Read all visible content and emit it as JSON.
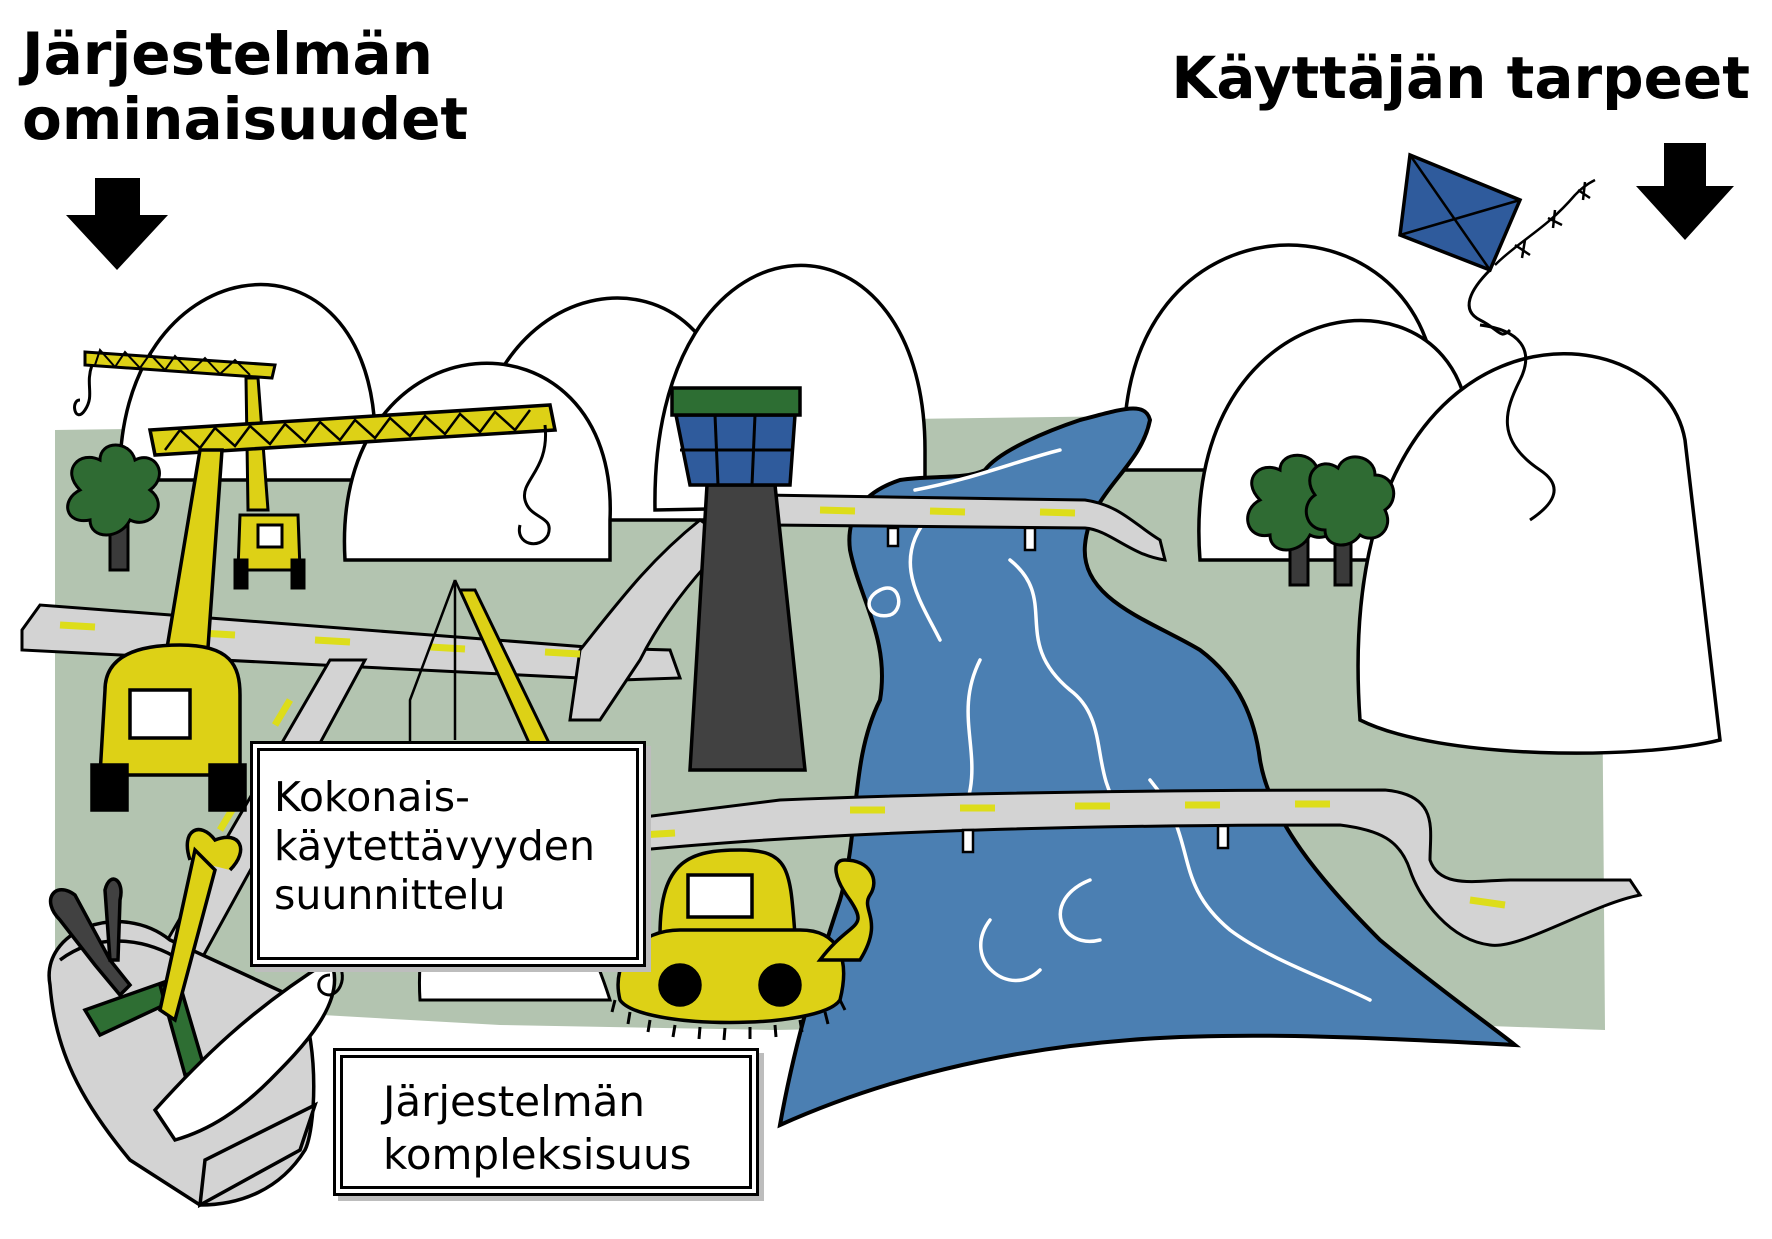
{
  "headings": {
    "system_features": [
      "Järjestelmän",
      "ominaisuudet"
    ],
    "user_needs": [
      "Käyttäjän tarpeet"
    ]
  },
  "labels": {
    "overall_usability_design": [
      "Kokonais-",
      "käytettävyyden",
      "suunnittelu"
    ],
    "system_complexity": [
      "Järjestelmän",
      "kompleksisuus"
    ]
  },
  "colors": {
    "ground": "#b3c4b0",
    "road": "#d3d3d3",
    "road_stripe": "#dddd1a",
    "river": "#4b7fb2",
    "machinery": "#ddd116",
    "tree": "#2f6b33",
    "tower": "#414141",
    "tower_roof": "#2d6e33",
    "tower_windows": "#2f5b9c",
    "kite": "#2f5b9c",
    "ruler": "#2e6e33"
  },
  "icons": [
    "crane-icon",
    "tower-crane-icon",
    "bulldozer-icon",
    "control-tower-icon",
    "kite-icon",
    "tree-icon",
    "pliers-icon",
    "ruler-icon",
    "scroll-icon"
  ]
}
